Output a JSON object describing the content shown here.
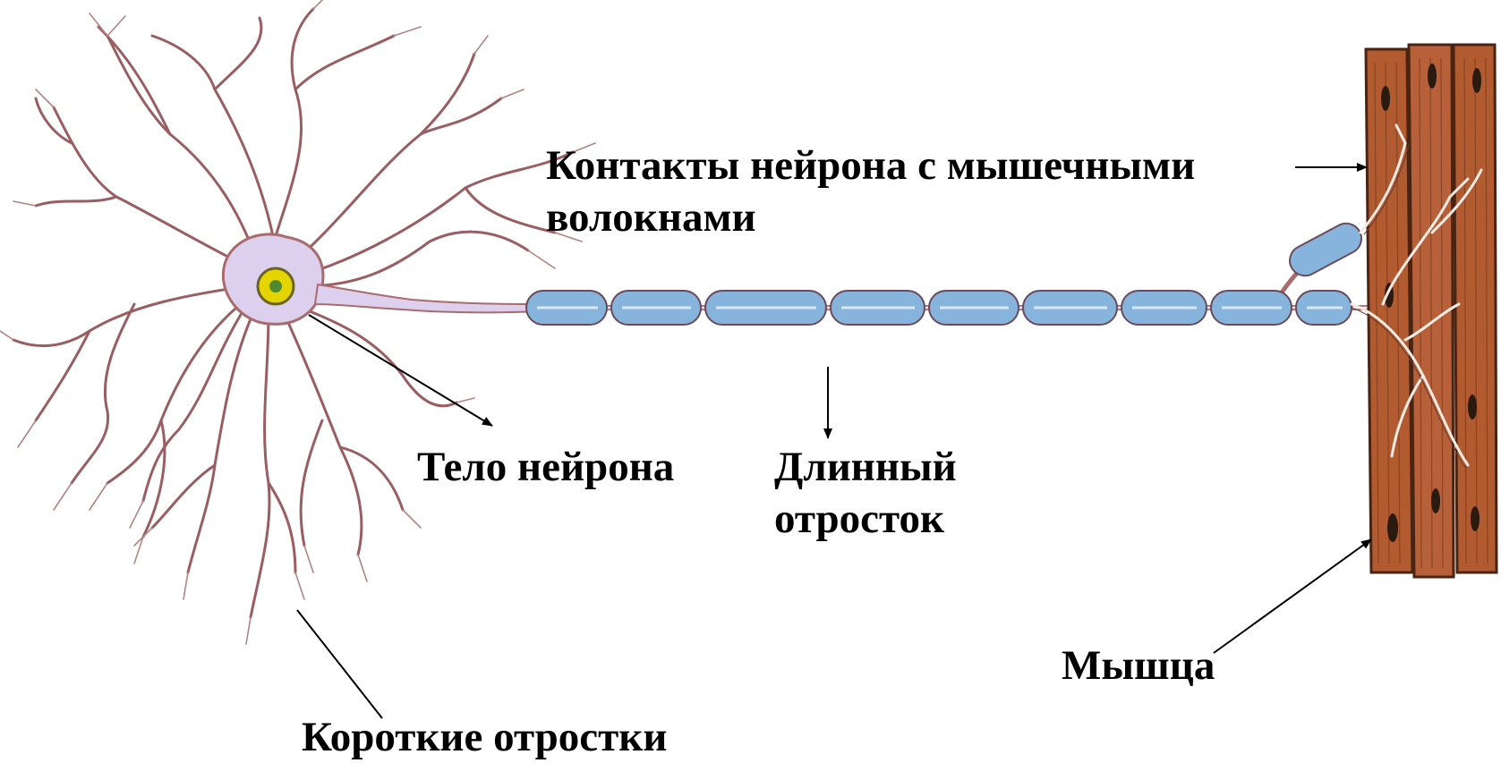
{
  "labels": {
    "contacts": [
      "Контакты нейрона с мышечными",
      "волокнами"
    ],
    "neuron_body": "Тело нейрона",
    "long_process": [
      "Длинный",
      "отросток"
    ],
    "muscle": "Мышца",
    "short_processes": "Короткие отростки"
  },
  "colors": {
    "neuron": "#a96b6b",
    "neuron_fill": "#ddd0ee",
    "myelin": "#86b4dc",
    "myelin_edge": "#6a4a5c",
    "nucleus": "#e4d400",
    "muscle_fiber": "#b25a30",
    "muscle_stripe": "#7a3a1c",
    "arrow": "#000000"
  }
}
